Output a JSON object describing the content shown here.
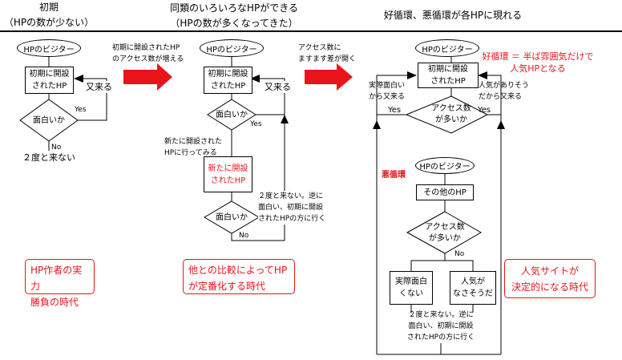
{
  "headers": {
    "col1": {
      "line1": "初期",
      "line2": "（HPの数が少ない）"
    },
    "col2": {
      "line1": "同類のいろいろなHPができる",
      "line2": "（HPの数が多くなってきた）"
    },
    "col3": {
      "line1": "好循環、悪循環が各HPに現れる"
    }
  },
  "transitions": {
    "arrow1": {
      "line1": "初期に開設されたHP",
      "line2": "のアクセス数が増える"
    },
    "arrow2": {
      "line1": "アクセス数に",
      "line2": "ますます差が開く"
    }
  },
  "col1": {
    "visitor": "HPのビジター",
    "box": {
      "line1": "初期に開設",
      "line2": "されたHP"
    },
    "again": "又来る",
    "decision": "面白いか",
    "yes": "Yes",
    "no": "No",
    "end": "２度と来ない",
    "callout": {
      "line1": "HP作者の実力",
      "line2": "勝負の時代"
    }
  },
  "col2": {
    "visitor": "HPのビジター",
    "box": {
      "line1": "初期に開設",
      "line2": "されたHP"
    },
    "again": "又来る",
    "decision1": "面白いか",
    "yes": "Yes",
    "try_new": {
      "line1": "新たに開設された",
      "line2": "HPに行ってみる"
    },
    "new_box": {
      "line1": "新たに開設",
      "line2": "されたHP"
    },
    "decision2": "面白いか",
    "no": "No",
    "return_note": {
      "line1": "２度と来ない。逆に",
      "line2": "面白い、初期に開設",
      "line3": "されたHPの方に行く"
    },
    "callout": {
      "line1": "他との比較によってHP",
      "line2": "が定番化する時代"
    }
  },
  "col3": {
    "good_cycle": {
      "visitor": "HPのビジター",
      "box": {
        "line1": "初期に開設",
        "line2": "されたHP"
      },
      "left_note": {
        "line1": "実際面白い",
        "line2": "から又来る"
      },
      "right_note": {
        "line1": "人気がありそう",
        "line2": "だから又来る"
      },
      "decision": {
        "line1": "アクセス数",
        "line2": "が多いか"
      },
      "yes_left": "Yes",
      "yes_right": "Yes",
      "label": {
        "line1": "好循環 ＝ 半ば雰囲気だけで",
        "line2": "人気HPとなる"
      }
    },
    "bad_cycle": {
      "label": "悪循環",
      "visitor": "HPのビジター",
      "box": "その他のHP",
      "decision": {
        "line1": "アクセス数",
        "line2": "が多いか"
      },
      "no": "No",
      "box_left": {
        "line1": "実際面白",
        "line2": "くない"
      },
      "box_right": {
        "line1": "人気が",
        "line2": "なさそうだ"
      },
      "return_note": {
        "line1": "２度と来ない。逆に",
        "line2": "面白い、初期に開設",
        "line3": "されたHPの方に行く"
      }
    },
    "callout": {
      "line1": "人気サイトが",
      "line2": "決定的になる時代"
    }
  },
  "colors": {
    "accent_red": "#e8141a",
    "line": "#000000"
  }
}
